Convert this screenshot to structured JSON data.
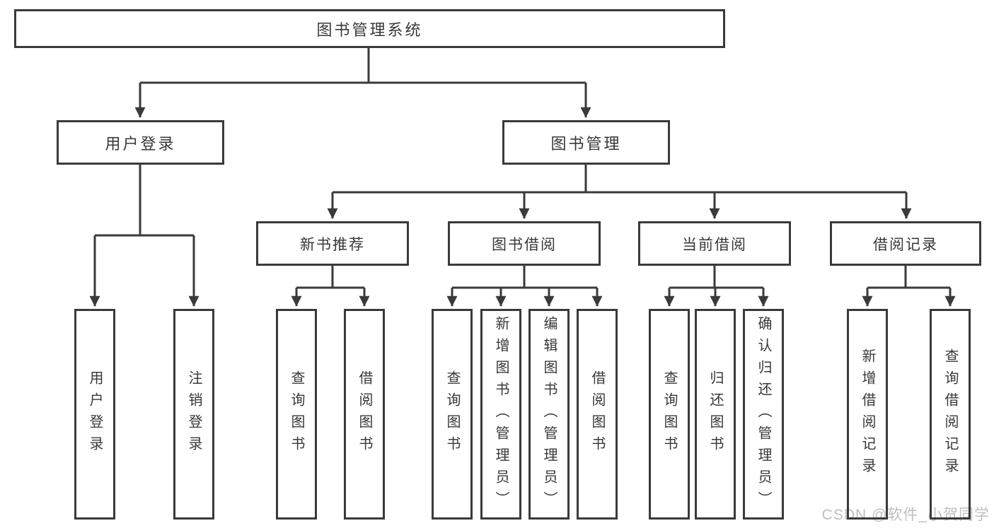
{
  "colors": {
    "line": "#3a3a3a",
    "box_border": "#3a3a3a",
    "box_fill": "#ffffff",
    "text": "#383838",
    "background": "#ffffff",
    "watermark": "#b9b9b9"
  },
  "watermark": {
    "text": "CSDN @软件_小贺同学"
  },
  "diagram": {
    "root": {
      "label": "图书管理系统"
    },
    "branches": [
      {
        "label": "用户登录",
        "leaves": [
          {
            "label": "用户登录"
          },
          {
            "label": "注销登录"
          }
        ]
      },
      {
        "label": "图书管理",
        "groups": [
          {
            "label": "新书推荐",
            "leaves": [
              {
                "label": "查询图书"
              },
              {
                "label": "借阅图书"
              }
            ]
          },
          {
            "label": "图书借阅",
            "leaves": [
              {
                "label": "查询图书"
              },
              {
                "label": "新增图书（管理员）"
              },
              {
                "label": "编辑图书（管理员）"
              },
              {
                "label": "借阅图书"
              }
            ]
          },
          {
            "label": "当前借阅",
            "leaves": [
              {
                "label": "查询图书"
              },
              {
                "label": "归还图书"
              },
              {
                "label": "确认归还（管理员）"
              }
            ]
          },
          {
            "label": "借阅记录",
            "leaves": [
              {
                "label": "新增借阅记录"
              },
              {
                "label": "查询借阅记录"
              }
            ]
          }
        ]
      }
    ]
  }
}
